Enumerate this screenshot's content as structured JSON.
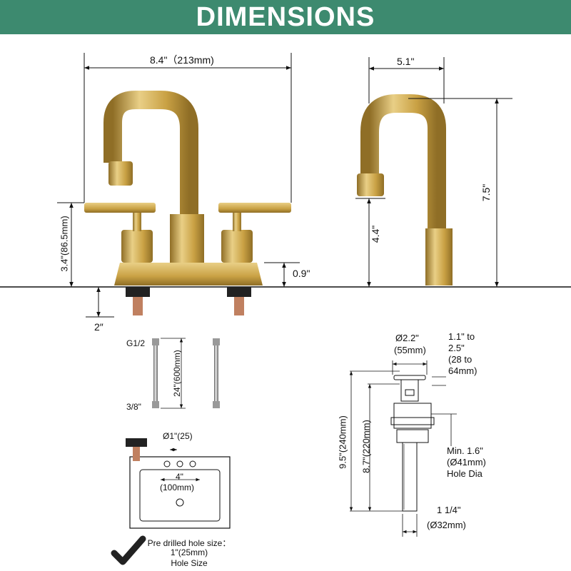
{
  "banner": {
    "title": "DIMENSIONS",
    "color": "#3d8a6f"
  },
  "colors": {
    "gold": "#c9a144",
    "gold_dark": "#8f6e26",
    "gold_light": "#e9cf86",
    "line": "#111111",
    "base_black": "#222222"
  },
  "faucet_front": {
    "width": "8.4\"（213mm)",
    "handle_height": "3.4\"(86.5mm)",
    "deck_height": "0.9\"",
    "shank_length": "2″"
  },
  "faucet_side": {
    "reach": "5.1\"",
    "total_height": "7.5\"",
    "spout_height": "4.4\""
  },
  "hoses": {
    "top_thread": "G1/2",
    "bottom_thread": "3/8\"",
    "length": "24\"(600mm)"
  },
  "sink": {
    "hole_diameter": "Ø1\"(25)",
    "center_spacing": "4\"",
    "center_spacing_metric": "(100mm)"
  },
  "drain": {
    "cap_diameter": "Ø2.2\"",
    "cap_diameter_metric": "(55mm)",
    "thickness_range": [
      "1.1\" to",
      "2.5\"",
      "(28 to",
      "64mm)"
    ],
    "total_height": "9.5\"(240mm)",
    "body_height": "8.7\"(220mm)",
    "hole_min": [
      "Min. 1.6\"",
      "(Ø41mm)",
      "Hole Dia"
    ],
    "tail_diameter": "1 1/4\"",
    "tail_diameter_metric": "(Ø32mm)"
  },
  "note": {
    "lines": [
      "Pre drilled hole size：",
      "1\"(25mm)",
      "Hole Size"
    ]
  }
}
